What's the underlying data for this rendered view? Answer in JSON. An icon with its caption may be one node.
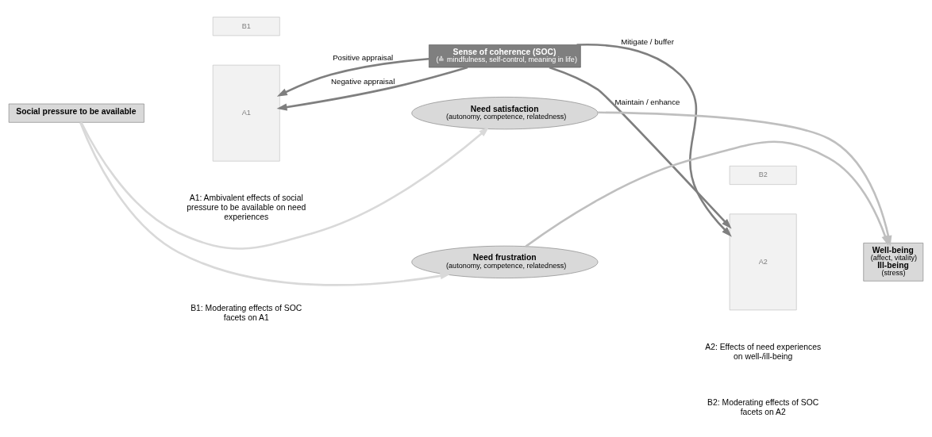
{
  "diagram": {
    "nodes": [
      {
        "text": [
          "Sense of coherence (SOC)",
          "(≙ mindfulness, self-control, meaning in life)"
        ]
      },
      {
        "text": [
          "B1"
        ]
      },
      {
        "text": [
          "B2"
        ]
      },
      {
        "text": [
          "Social pressure to be available"
        ]
      },
      {
        "text": [
          "A1"
        ]
      },
      {
        "text": [
          "Need satisfaction",
          "(autonomy, competence, relatedness)"
        ]
      },
      {
        "text": [
          "Need frustration",
          "(autonomy, competence, relatedness)"
        ]
      },
      {
        "text": [
          "A2"
        ]
      },
      {
        "text": [
          "Well-being",
          "(affect, vitality)",
          "Ill-being",
          "(stress)"
        ]
      }
    ],
    "edges": [
      {
        "from": 0,
        "to": 4,
        "arrow": "to",
        "label": "Positive appraisal",
        "color": "#7f7f7f"
      },
      {
        "from": 0,
        "to": 4,
        "arrow": "to",
        "label": "Negative appraisal",
        "color": "#7f7f7f"
      },
      {
        "from": 0,
        "to": 7,
        "arrow": "to",
        "label": "Mitigate / buffer",
        "color": "#7f7f7f"
      },
      {
        "from": 0,
        "to": 7,
        "arrow": "to",
        "label": "Maintain / enhance",
        "color": "#7f7f7f"
      },
      {
        "from": 3,
        "to": 5,
        "arrow": "to",
        "color": "#d9d9d9"
      },
      {
        "from": 3,
        "to": 6,
        "arrow": "to",
        "color": "#d9d9d9"
      },
      {
        "from": 5,
        "to": 8,
        "arrow": "to",
        "color": "#bfbfbf"
      },
      {
        "from": 6,
        "to": 8,
        "arrow": "to",
        "color": "#bfbfbf"
      }
    ],
    "labels": [
      "A1: Ambivalent effects of social pressure to be available on need experiences",
      "B1: Moderating effects of SOC facets on A1",
      "A2: Effects of need experiences on well-/ill-being",
      "B2: Moderating effects of SOC facets on A2"
    ]
  }
}
